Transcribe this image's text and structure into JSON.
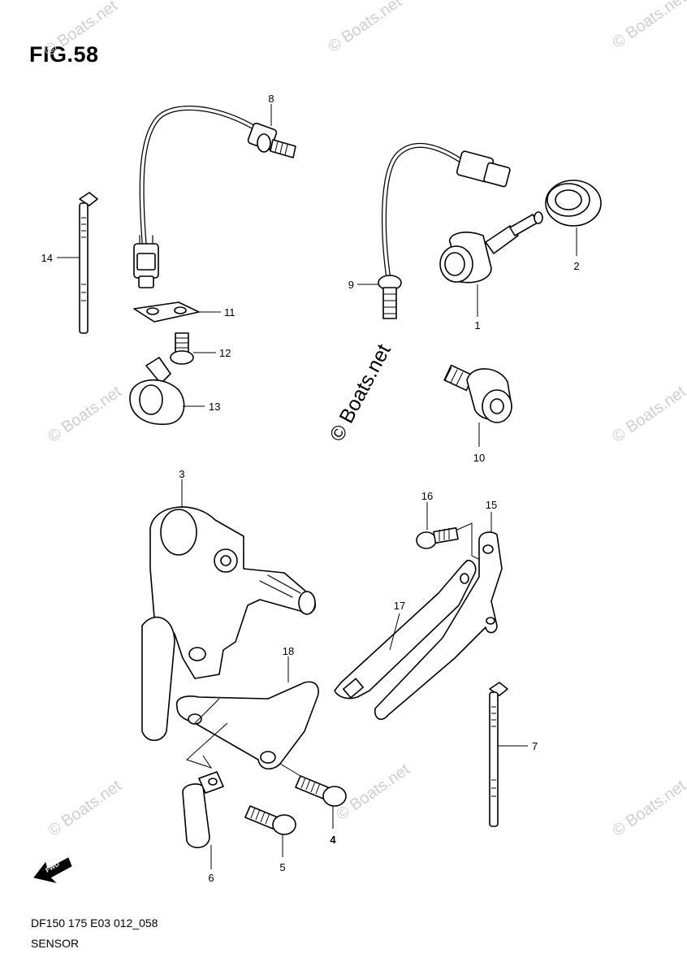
{
  "figure": {
    "title": "FIG.58",
    "footer_code": "DF150 175 E03 012_058",
    "footer_name": "SENSOR",
    "watermark_main": "© Boats.net",
    "watermark_small": "© Boats.net",
    "fwd_label": "FWD"
  },
  "callouts": {
    "c1": "1",
    "c2": "2",
    "c3": "3",
    "c4": "4",
    "c5": "5",
    "c6": "6",
    "c7": "7",
    "c8": "8",
    "c9": "9",
    "c10": "10",
    "c11": "11",
    "c12": "12",
    "c13": "13",
    "c14": "14",
    "c15": "15",
    "c16": "16",
    "c17": "17",
    "c18": "18"
  }
}
